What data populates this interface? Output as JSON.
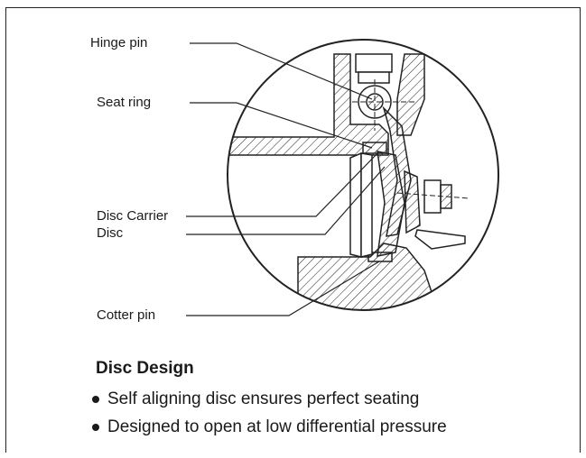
{
  "labels": {
    "hinge_pin": "Hinge pin",
    "seat_ring": "Seat ring",
    "disc_carrier": "Disc Carrier",
    "disc": "Disc",
    "cotter_pin": "Cotter pin"
  },
  "section": {
    "title": "Disc Design",
    "bullets": [
      "Self aligning disc ensures perfect  seating",
      "Designed to open at low differential pressure"
    ]
  },
  "colors": {
    "line": "#1a1a1a",
    "background": "#ffffff"
  }
}
